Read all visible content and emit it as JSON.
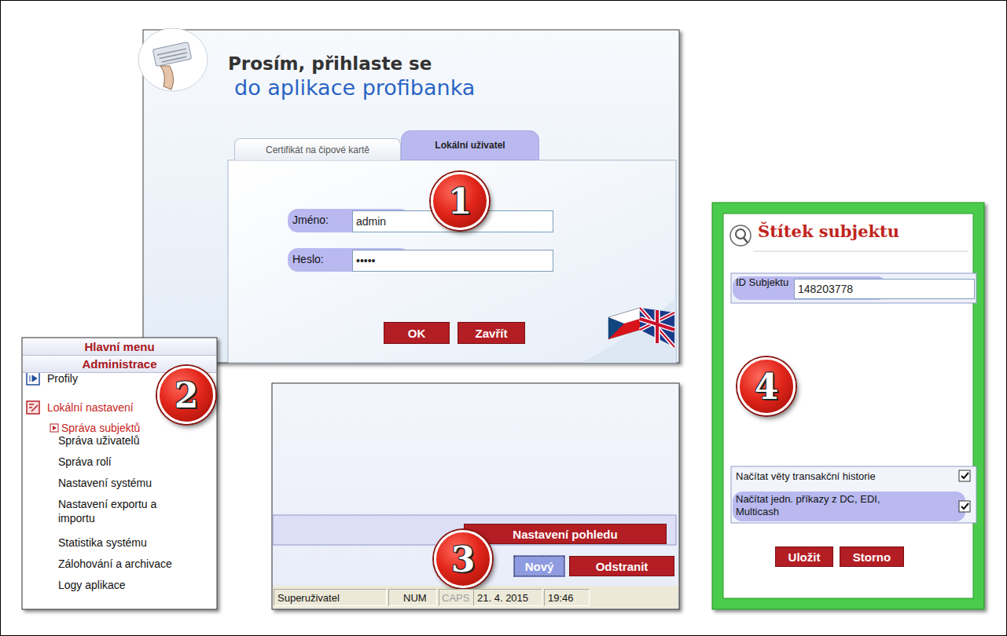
{
  "diagram": {
    "nodes": [
      {
        "text": [
          "Prosím, přihlaste se",
          "do aplikace profibanka"
        ]
      },
      {
        "text": [
          "Certifikát na čipové kartě"
        ],
        "in": 0
      },
      {
        "text": [
          "Lokální uživatel"
        ],
        "in": 0
      },
      {
        "text": [
          "admin"
        ],
        "in": 0
      },
      {
        "text": [
          "•••••"
        ],
        "in": 0
      },
      {
        "text": [
          "OK"
        ],
        "in": 0
      },
      {
        "text": [
          "Zavřít"
        ],
        "in": 0
      },
      {
        "text": [
          "1"
        ]
      },
      {
        "text": [
          "Hlavní menu"
        ]
      },
      {
        "text": [
          "Administrace"
        ]
      },
      {
        "text": [
          "Nastavení pohledu"
        ]
      },
      {
        "text": [
          "Nový"
        ]
      },
      {
        "text": [
          "Odstranit"
        ]
      },
      {
        "text": [
          "3"
        ]
      },
      {
        "text": [
          "2"
        ]
      },
      {
        "text": [
          "4"
        ]
      },
      {
        "text": [
          "Štítek subjektu"
        ]
      },
      {
        "text": [
          "148203778"
        ],
        "in": 16
      },
      {
        "text": [
          "Uložit"
        ],
        "in": 16
      },
      {
        "text": [
          "Storno"
        ],
        "in": 16
      },
      {
        "text": [
          "Superuživatel"
        ]
      },
      {
        "text": [
          "NUM"
        ]
      },
      {
        "text": [
          "CAPS"
        ]
      },
      {
        "text": [
          "21. 4. 2015"
        ]
      },
      {
        "text": [
          "19:46"
        ]
      }
    ],
    "labels": [
      "Jméno:",
      "Heslo:",
      "Profily",
      "Lokální nastavení",
      "Správa subjektů",
      "Správa uživatelů",
      "Správa rolí",
      "Nastavení systému",
      "Nastavení exportu a importu",
      "Statistika systému",
      "Zálohování a archivace",
      "Logy aplikace",
      "ID Subjektu",
      "Načítat věty transakční historie",
      "Načítat jedn. příkazy z DC, EDI, Multicash"
    ]
  }
}
